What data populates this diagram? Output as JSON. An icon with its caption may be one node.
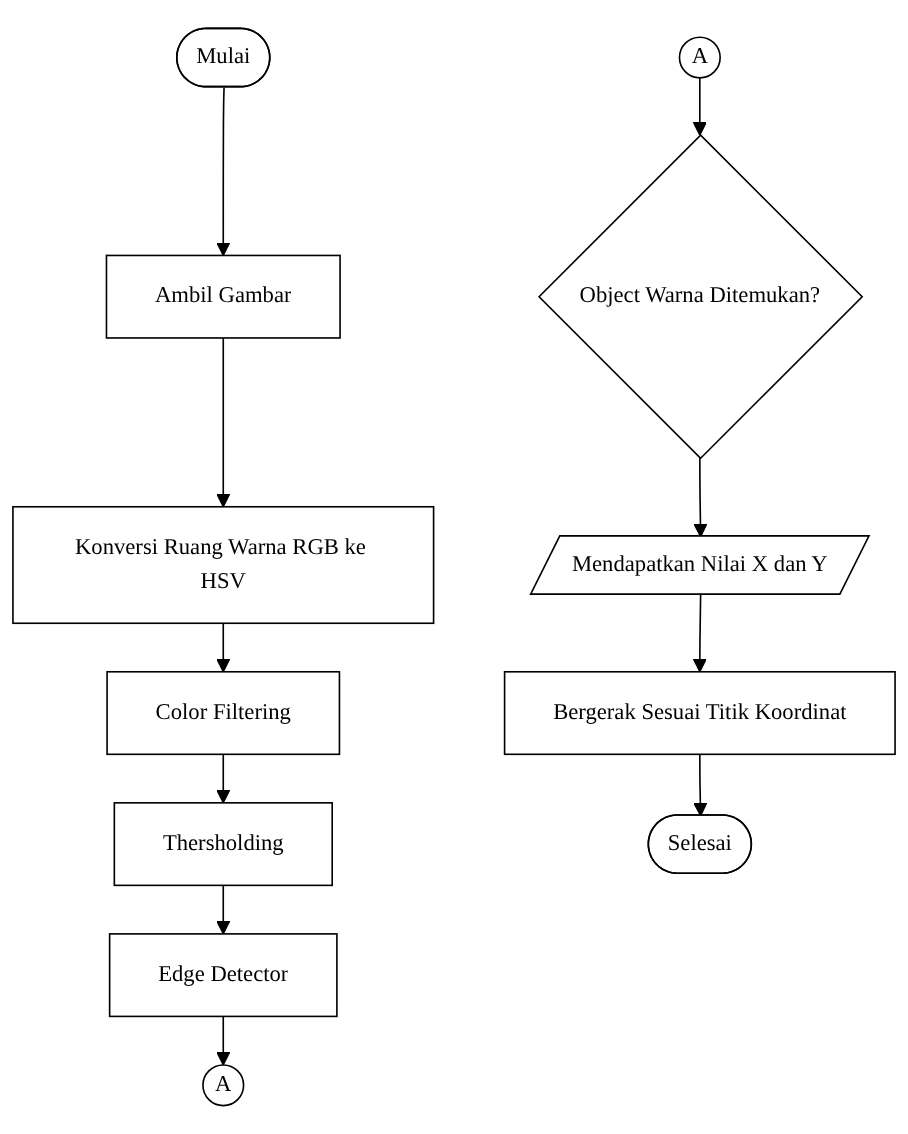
{
  "diagram": {
    "nodes": [
      {
        "text": [
          "Mulai"
        ]
      },
      {
        "text": [
          "Ambil Gambar"
        ]
      },
      {
        "text": [
          "Konversi Ruang Warna RGB ke HSV"
        ]
      },
      {
        "text": [
          "Color Filtering"
        ]
      },
      {
        "text": [
          "Thersholding"
        ]
      },
      {
        "text": [
          "Edge Detector"
        ]
      },
      {
        "text": [
          "A"
        ]
      },
      {
        "text": [
          "A"
        ]
      },
      {
        "text": [
          "Object Warna Ditemukan?"
        ]
      },
      {
        "text": [
          "Mendapatkan Nilai X dan Y"
        ]
      },
      {
        "text": [
          "Bergerak Sesuai Titik Koordinat"
        ]
      },
      {
        "text": [
          "Selesai"
        ]
      }
    ],
    "edges": [
      {
        "from": 0,
        "to": 1,
        "arrow": "to"
      },
      {
        "from": 1,
        "to": 2,
        "arrow": "to"
      },
      {
        "from": 2,
        "to": 3,
        "arrow": "to"
      },
      {
        "from": 3,
        "to": 4,
        "arrow": "to"
      },
      {
        "from": 4,
        "to": 5,
        "arrow": "to"
      },
      {
        "from": 5,
        "to": 6,
        "arrow": "to"
      },
      {
        "from": 7,
        "to": 8,
        "arrow": "to"
      },
      {
        "from": 8,
        "to": 9,
        "arrow": "to"
      },
      {
        "from": 9,
        "to": 10,
        "arrow": "to"
      },
      {
        "from": 10,
        "to": 11,
        "arrow": "to"
      }
    ]
  }
}
